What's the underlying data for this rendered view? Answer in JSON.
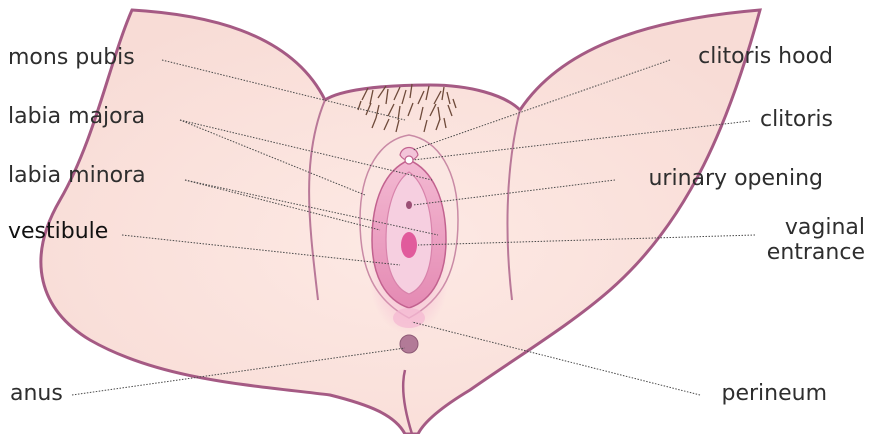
{
  "labels": {
    "mons_pubis": "mons pubis",
    "labia_majora": "labia majora",
    "labia_minora": "labia minora",
    "vestibule": "vestibule",
    "anus": "anus",
    "clitoris_hood": "clitoris hood",
    "clitoris": "clitoris",
    "urinary_opening": "urinary opening",
    "vaginal_entrance_line1": "vaginal",
    "vaginal_entrance_line2": "entrance",
    "perineum": "perineum"
  },
  "colors": {
    "skin": "#fbe4de",
    "skin_edge": "#a55a84",
    "hair": "#6e4a3a",
    "labia_minora": "#e9a6c3",
    "inner_pink": "#f6cfe0",
    "accent": "#e15b9c",
    "leader_line": "#4a4a4a",
    "text": "#2e2e2e"
  }
}
